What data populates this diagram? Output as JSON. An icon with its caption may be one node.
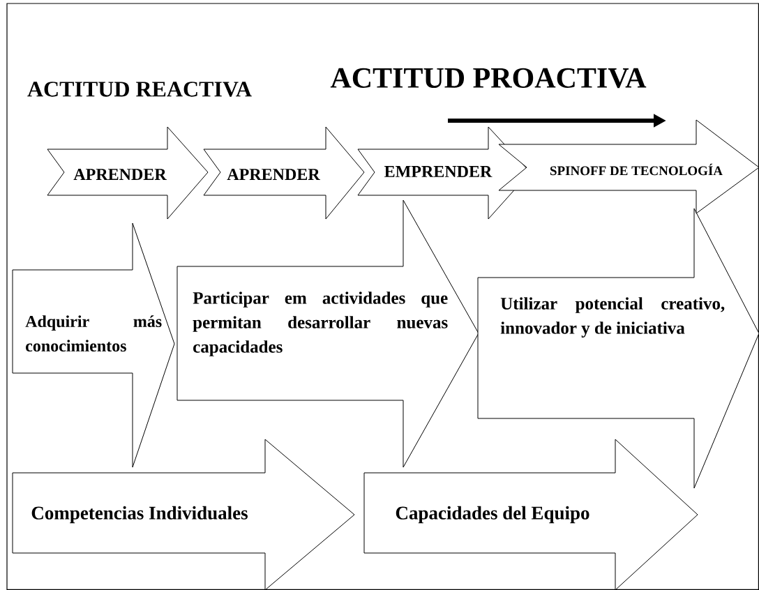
{
  "diagram": {
    "nodes": [
      {
        "text": [
          "APRENDER"
        ]
      },
      {
        "text": [
          "APRENDER"
        ]
      },
      {
        "text": [
          "EMPRENDER"
        ]
      },
      {
        "text": [
          "SPINOFF DE TECNOLOGÍA"
        ]
      },
      {
        "text": [
          "Adquirir más conocimientos"
        ]
      },
      {
        "text": [
          "Participar em actividades que permitan desarrollar nuevas capacidades"
        ]
      },
      {
        "text": [
          "Utilizar potencial creativo, innovador y de iniciativa"
        ]
      },
      {
        "text": [
          "Competencias Individuales"
        ]
      },
      {
        "text": [
          "Capacidades del Equipo"
        ]
      }
    ],
    "labels": [
      "ACTITUD REACTIVA",
      "ACTITUD PROACTIVA"
    ]
  }
}
